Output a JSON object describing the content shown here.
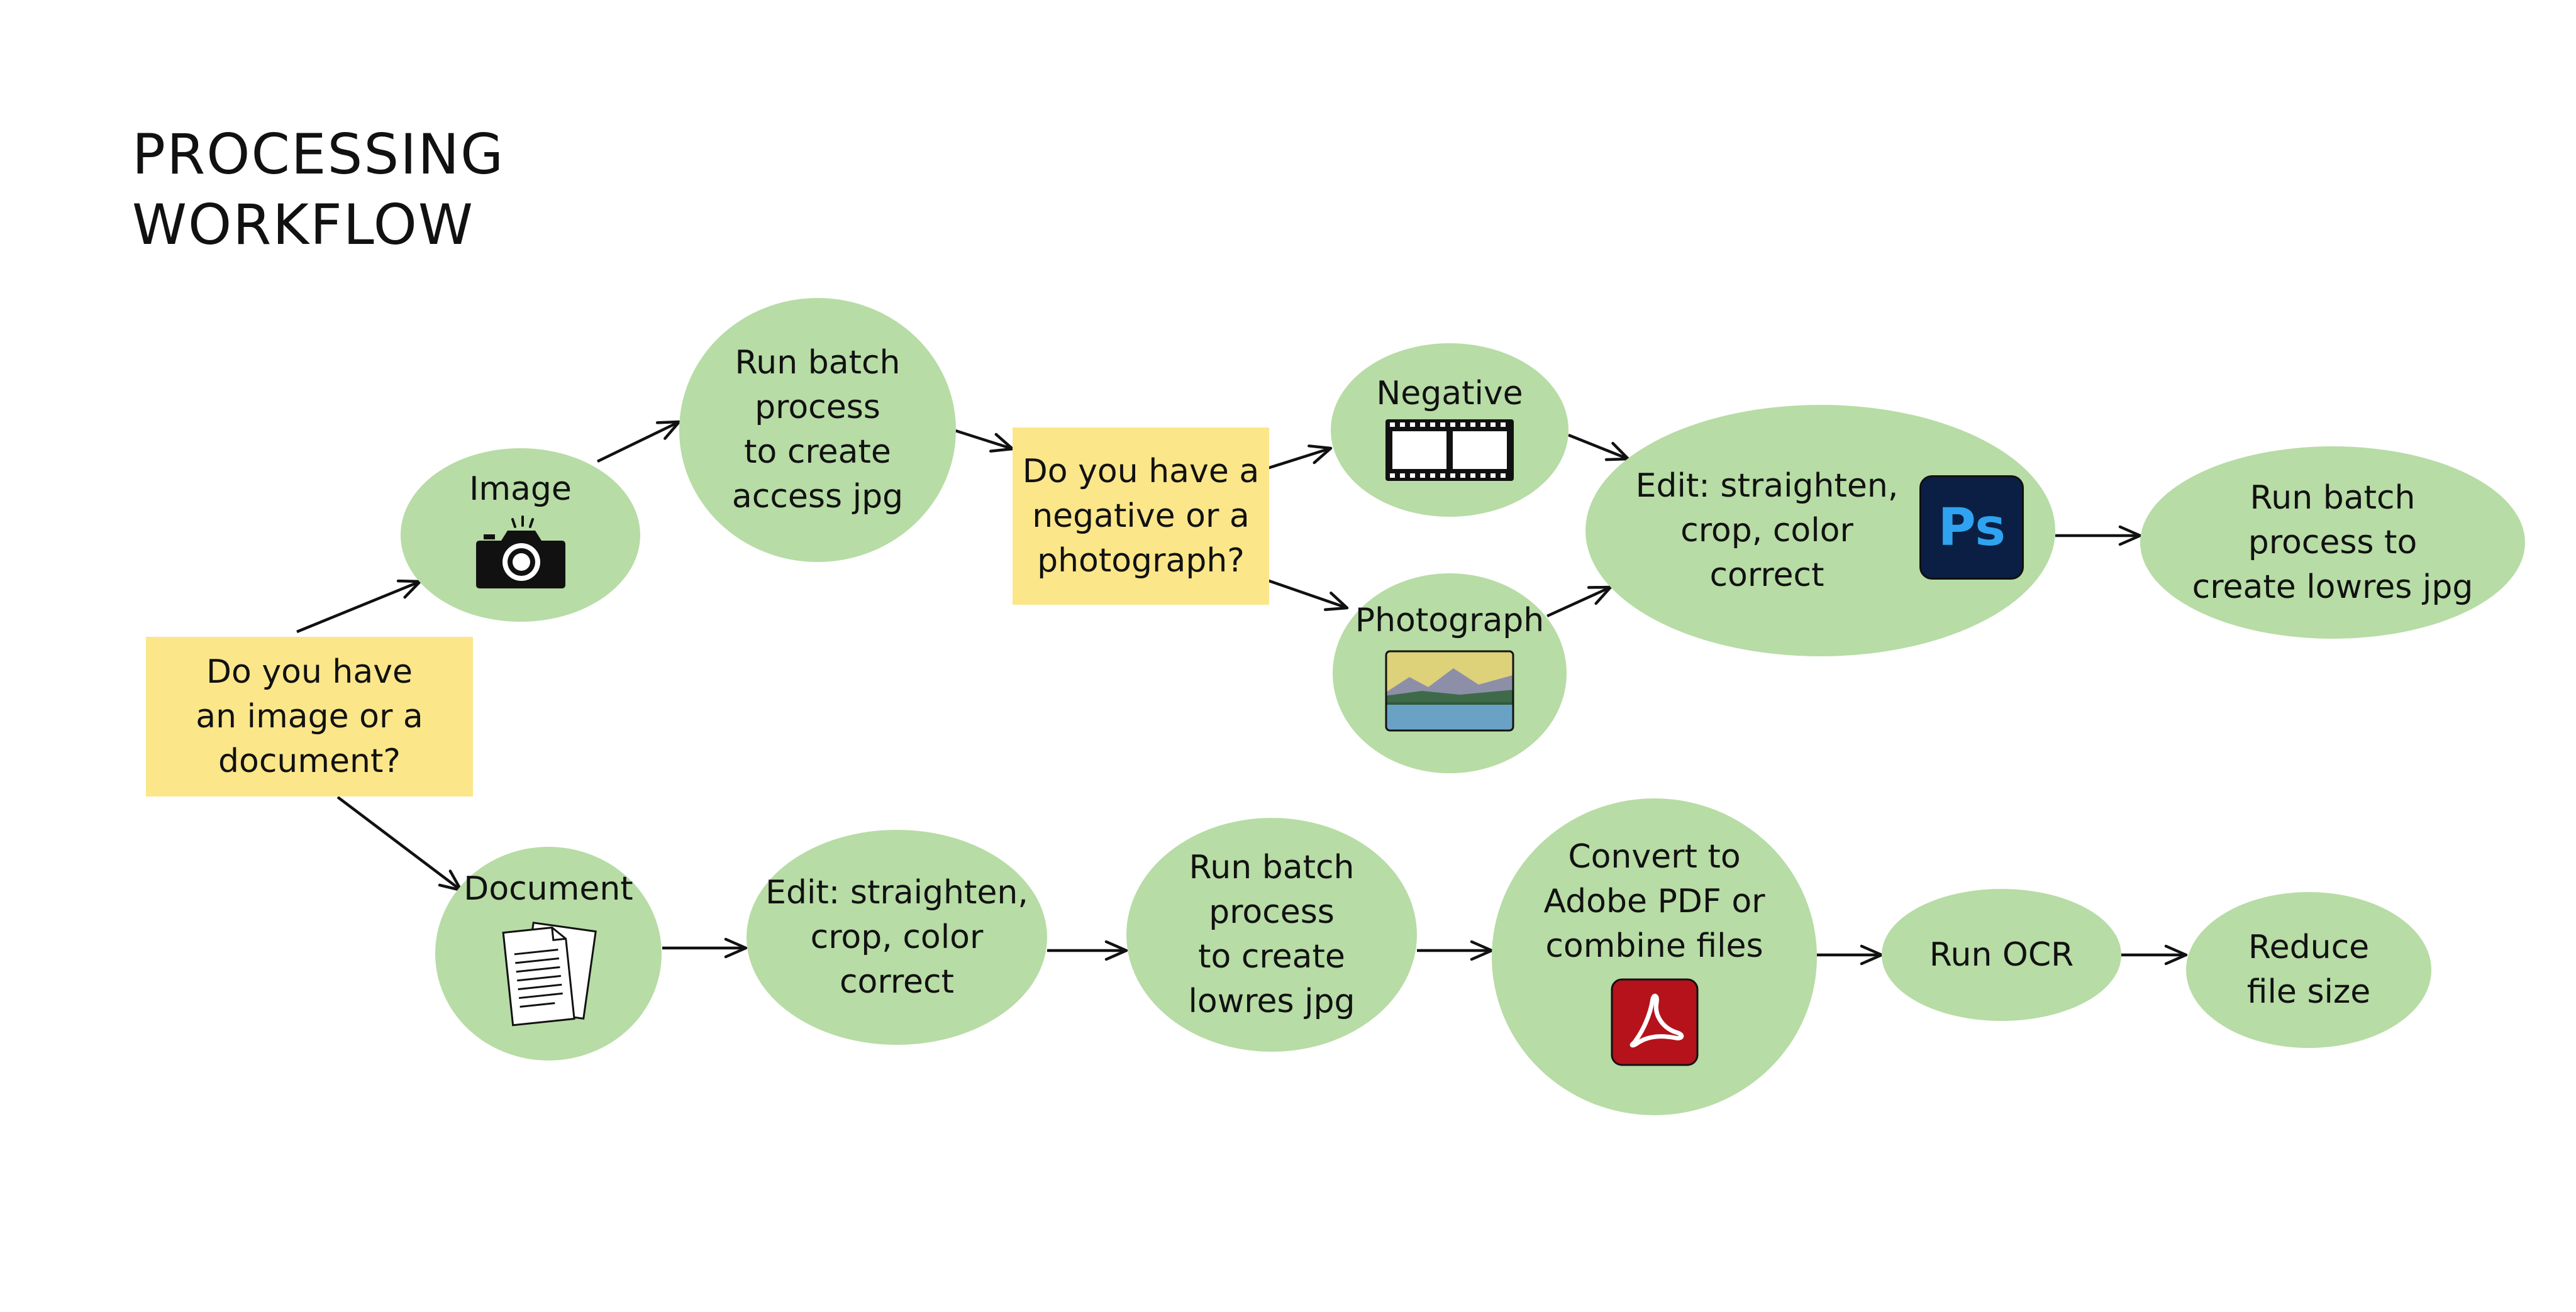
{
  "title": {
    "line1": "PROCESSING",
    "line2": "WORKFLOW"
  },
  "nodes": {
    "image_or_document": "Do you have\nan image or a\ndocument?",
    "image": "Image",
    "batch_access": "Run batch\nprocess\nto create\naccess jpg",
    "negative_or_photo": "Do you have a\nnegative or a\nphotograph?",
    "negative": "Negative",
    "photograph": "Photograph",
    "edit_ps": "Edit: straighten,\ncrop, color\ncorrect",
    "batch_lowres_top": "Run batch\nprocess to\ncreate lowres jpg",
    "document": "Document",
    "edit_doc": "Edit: straighten,\ncrop, color\ncorrect",
    "batch_lowres_bottom": "Run batch\nprocess\nto create\nlowres jpg",
    "convert_pdf": "Convert to\nAdobe PDF or\ncombine files",
    "ocr": "Run OCR",
    "reduce": "Reduce\nfile size"
  },
  "icons": {
    "camera": "camera-icon",
    "film": "film-strip-icon",
    "landscape": "landscape-photo-icon",
    "photoshop": "photoshop-icon",
    "photoshop_text": "Ps",
    "documents": "documents-icon",
    "acrobat": "adobe-acrobat-icon"
  },
  "colors": {
    "oval": "#b7dca5",
    "question": "#fbe68a",
    "photoshop_bg": "#0b1f45",
    "photoshop_fg": "#2fa3ef",
    "acrobat": "#b5121b"
  }
}
